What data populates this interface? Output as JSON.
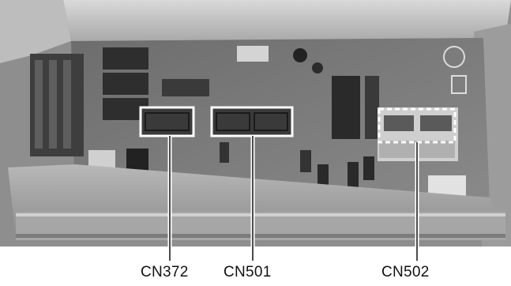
{
  "labels": {
    "cn372": "CN372",
    "cn501": "CN501",
    "cn502": "CN502"
  },
  "colors": {
    "highlight_box": "#ffffff",
    "callout_line": "#111111",
    "pcb_green_gray": "#7a7a7a"
  }
}
